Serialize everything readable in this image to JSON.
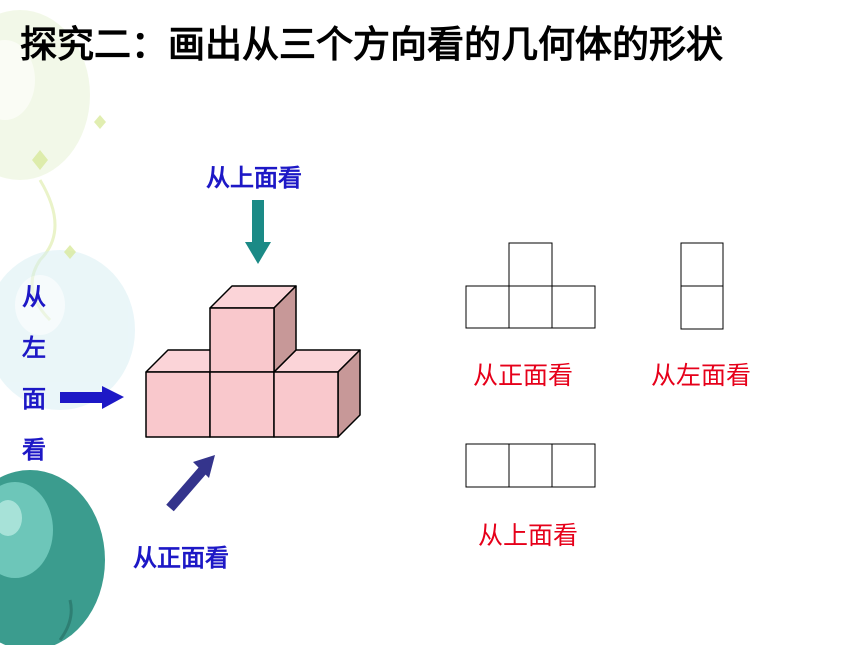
{
  "slide": {
    "title": "探究二：画出从三个方向看的几何体的形状"
  },
  "figure": {
    "top_label": "从上面看",
    "front_label": "从正面看",
    "left_label_chars": [
      "从",
      "左",
      "面",
      "看"
    ]
  },
  "views": {
    "front_caption": "从正面看",
    "left_caption": "从左面看",
    "top_caption": "从上面看"
  },
  "colors": {
    "cube_front": "#f9c8cc",
    "cube_top": "#fbd4d8",
    "cube_side": "#c79898",
    "arrow_teal": "#1b8a86",
    "arrow_blue": "#1d18c6",
    "arrow_navy": "#34348c",
    "label_blue": "#1d18c6",
    "caption_red": "#e6001a"
  }
}
